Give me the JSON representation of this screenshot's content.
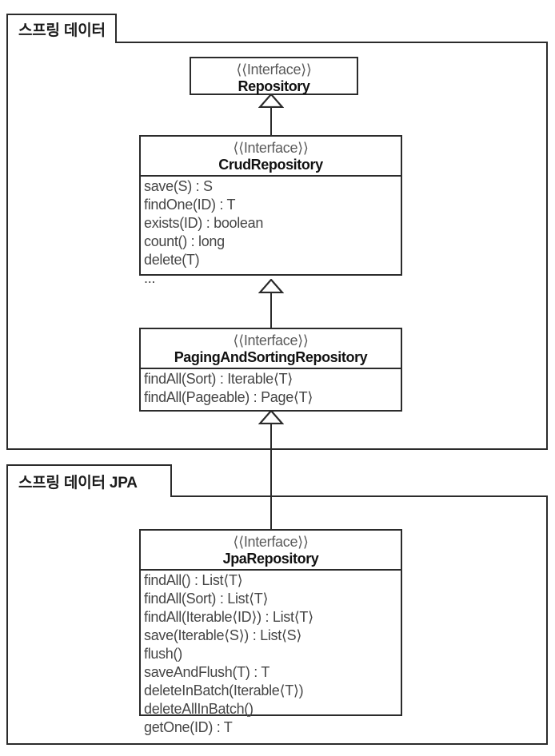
{
  "diagram": {
    "title": "Spring Data / Spring Data JPA repository hierarchy",
    "type": "uml-class-diagram",
    "stereotype_label": "⟨⟨Interface⟩⟩",
    "colors": {
      "line": "#2b2b2b",
      "background": "#ffffff",
      "class_name_text": "#121212",
      "stereotype_text": "#5b5b5b",
      "member_text": "#464646",
      "package_label_text": "#1b1b1b"
    },
    "packages": [
      {
        "id": "spring-data",
        "label": "스프링 데이터"
      },
      {
        "id": "spring-data-jpa",
        "label": "스프링 데이터 JPA"
      }
    ],
    "classes": [
      {
        "id": "repository",
        "stereotype": "⟨⟨Interface⟩⟩",
        "name": "Repository",
        "package": "spring-data",
        "members": []
      },
      {
        "id": "crud-repository",
        "stereotype": "⟨⟨Interface⟩⟩",
        "name": "CrudRepository",
        "package": "spring-data",
        "members": [
          "save(S) : S",
          "findOne(ID) : T",
          "exists(ID) : boolean",
          "count() : long",
          "delete(T)",
          "..."
        ]
      },
      {
        "id": "paging-and-sorting-repository",
        "stereotype": "⟨⟨Interface⟩⟩",
        "name": "PagingAndSortingRepository",
        "package": "spring-data",
        "members": [
          "findAll(Sort) : Iterable⟨T⟩",
          "findAll(Pageable) : Page⟨T⟩"
        ]
      },
      {
        "id": "jpa-repository",
        "stereotype": "⟨⟨Interface⟩⟩",
        "name": "JpaRepository",
        "package": "spring-data-jpa",
        "members": [
          "findAll() : List⟨T⟩",
          "findAll(Sort) : List⟨T⟩",
          "findAll(Iterable⟨ID⟩) : List⟨T⟩",
          "save(Iterable⟨S⟩) : List⟨S⟩",
          "flush()",
          "saveAndFlush(T) : T",
          "deleteInBatch(Iterable⟨T⟩)",
          "deleteAllInBatch()",
          "getOne(ID) : T"
        ]
      }
    ],
    "relations": [
      {
        "id": "crud-extends-repository",
        "type": "generalization",
        "from": "crud-repository",
        "to": "repository"
      },
      {
        "id": "paging-extends-crud",
        "type": "generalization",
        "from": "paging-and-sorting-repository",
        "to": "crud-repository"
      },
      {
        "id": "jpa-extends-paging",
        "type": "generalization",
        "from": "jpa-repository",
        "to": "paging-and-sorting-repository"
      }
    ]
  }
}
